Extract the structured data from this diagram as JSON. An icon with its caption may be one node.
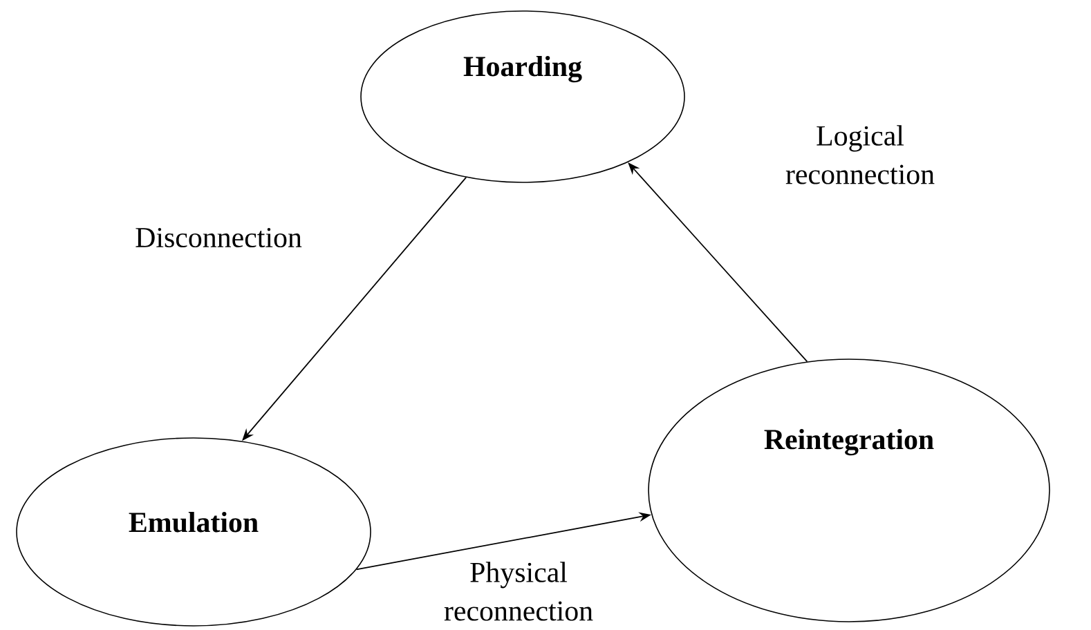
{
  "diagram": {
    "nodes": [
      {
        "text": [
          "Hoarding"
        ]
      },
      {
        "text": [
          "Emulation"
        ]
      },
      {
        "text": [
          "Reintegration"
        ]
      }
    ],
    "edges": [
      {
        "from": 0,
        "to": 1,
        "arrow": "to",
        "label": "Disconnection"
      },
      {
        "from": 1,
        "to": 2,
        "arrow": "to",
        "label": "Physical reconnection"
      },
      {
        "from": 2,
        "to": 0,
        "arrow": "to",
        "label": "Logical reconnection"
      }
    ]
  }
}
